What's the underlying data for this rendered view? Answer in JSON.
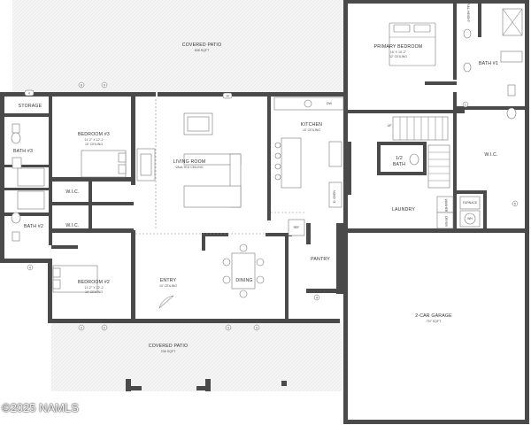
{
  "rooms": {
    "covered_patio_rear": {
      "name": "COVERED PATIO",
      "area": "608 SQFT"
    },
    "primary_bedroom": {
      "name": "PRIMARY BEDROOM",
      "dims": "16' X 15'-2\"",
      "ceiling": "12' CEILING"
    },
    "bath1": {
      "name": "BATH #1"
    },
    "full_height": {
      "name": "FULL HEIGHT"
    },
    "storage": {
      "name": "STORAGE"
    },
    "bedroom3": {
      "name": "BEDROOM #3",
      "dims": "11'-2\" X 12'-2",
      "ceiling": "10' CEILING"
    },
    "living_room": {
      "name": "LIVING ROOM",
      "ceiling": "VAULTED CEILING"
    },
    "kitchen": {
      "name": "KITCHEN",
      "ceiling": "10' CEILING"
    },
    "bath3": {
      "name": "BATH #3"
    },
    "wic_a": {
      "name": "W.I.C."
    },
    "wic_b": {
      "name": "W.I.C."
    },
    "wic_c": {
      "name": "W.I.C."
    },
    "half_bath": {
      "name": "1/2",
      "name2": "BATH"
    },
    "laundry": {
      "name": "LAUNDRY"
    },
    "bath2": {
      "name": "BATH #2"
    },
    "bedroom2": {
      "name": "BEDROOM #2",
      "dims": "11'-2\" X 12'-2",
      "ceiling": "10' CEILING"
    },
    "entry": {
      "name": "ENTRY",
      "ceiling": "10' CEILING"
    },
    "dining": {
      "name": "DINING"
    },
    "pantry": {
      "name": "PANTRY"
    },
    "garage": {
      "name": "2-CAR GARAGE",
      "area": "707 SQFT"
    },
    "covered_patio_front": {
      "name": "COVERED PATIO",
      "area": "236 SQFT"
    }
  },
  "appliance_labels": {
    "washer": "WASHER",
    "dryer": "DRYER",
    "furnace": "FURNACE",
    "wh": "WH",
    "dw": "DW",
    "oven": "D. OVEN",
    "ref": "REF",
    "up": "UP"
  },
  "watermark": "©2025 NAMLS",
  "tags": [
    "4",
    "10",
    "8",
    "9",
    "1",
    "2",
    "3",
    "5",
    "6",
    "7",
    "4",
    "5"
  ]
}
